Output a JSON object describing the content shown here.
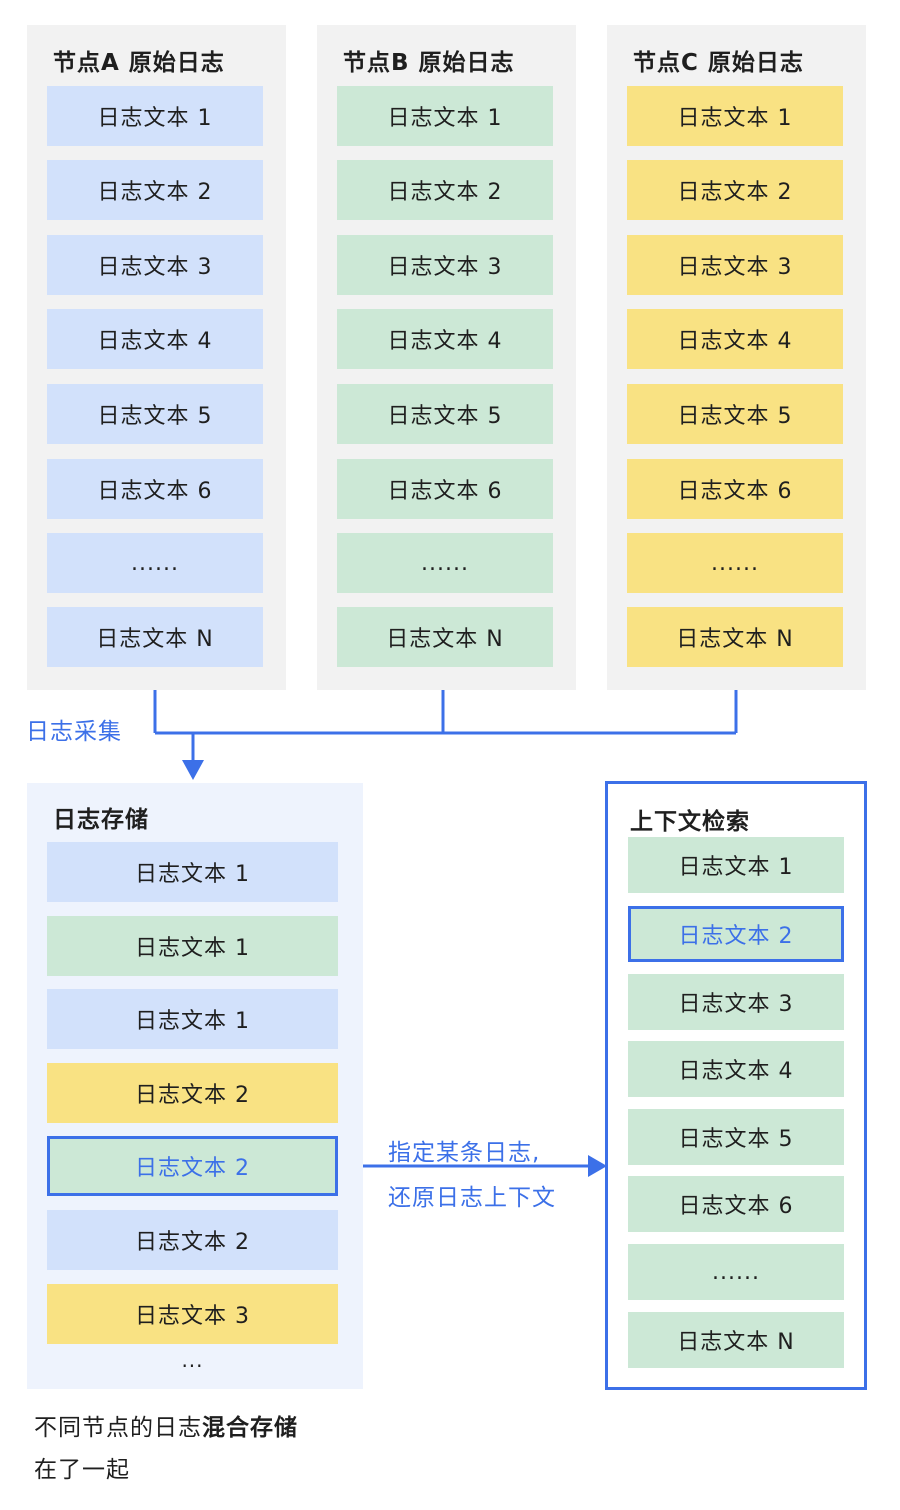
{
  "nodes": [
    {
      "title": "节点A 原始日志",
      "color": "blue",
      "items": [
        "日志文本 1",
        "日志文本 2",
        "日志文本 3",
        "日志文本 4",
        "日志文本 5",
        "日志文本 6",
        "......",
        "日志文本 N"
      ]
    },
    {
      "title": "节点B 原始日志",
      "color": "green",
      "items": [
        "日志文本 1",
        "日志文本 2",
        "日志文本 3",
        "日志文本 4",
        "日志文本 5",
        "日志文本 6",
        "......",
        "日志文本 N"
      ]
    },
    {
      "title": "节点C 原始日志",
      "color": "yellow",
      "items": [
        "日志文本 1",
        "日志文本 2",
        "日志文本 3",
        "日志文本 4",
        "日志文本 5",
        "日志文本 6",
        "......",
        "日志文本 N"
      ]
    }
  ],
  "collect_label": "日志采集",
  "storage": {
    "title": "日志存储",
    "items": [
      {
        "text": "日志文本 1",
        "color": "blue"
      },
      {
        "text": "日志文本 1",
        "color": "green"
      },
      {
        "text": "日志文本 1",
        "color": "blue"
      },
      {
        "text": "日志文本 2",
        "color": "yellow"
      },
      {
        "text": "日志文本 2",
        "color": "green",
        "highlight": true
      },
      {
        "text": "日志文本 2",
        "color": "blue"
      },
      {
        "text": "日志文本 3",
        "color": "yellow"
      }
    ],
    "more": "..."
  },
  "context_label_line1": "指定某条日志,",
  "context_label_line2": "还原日志上下文",
  "search": {
    "title": "上下文检索",
    "items": [
      {
        "text": "日志文本 1",
        "color": "green"
      },
      {
        "text": "日志文本 2",
        "color": "green",
        "highlight": true
      },
      {
        "text": "日志文本 3",
        "color": "green"
      },
      {
        "text": "日志文本 4",
        "color": "green"
      },
      {
        "text": "日志文本 5",
        "color": "green"
      },
      {
        "text": "日志文本 6",
        "color": "green"
      },
      {
        "text": "......",
        "color": "green"
      },
      {
        "text": "日志文本 N",
        "color": "green"
      }
    ]
  },
  "caption_line1_prefix": "不同节点的日志",
  "caption_line1_bold": "混合存储",
  "caption_line2": "在了一起",
  "colors": {
    "blue": "#d2e1fb",
    "green": "#cce8d6",
    "yellow": "#f9e283",
    "accent": "#3c70e8"
  }
}
